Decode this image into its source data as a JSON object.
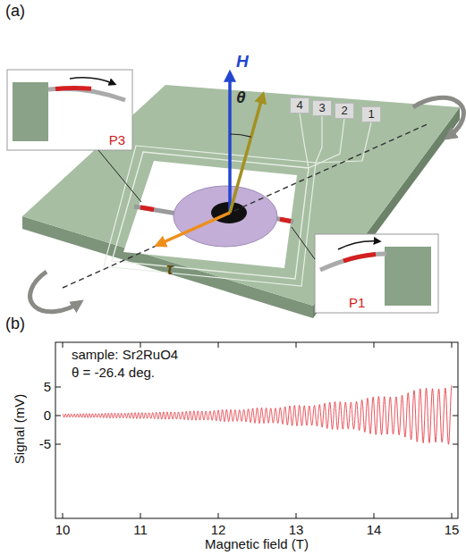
{
  "diagram": {
    "nodes": [
      {
        "text": [
          "P3"
        ]
      },
      {
        "text": [
          "4"
        ]
      },
      {
        "text": [
          "3"
        ]
      },
      {
        "text": [
          "2"
        ]
      },
      {
        "text": [
          "1"
        ]
      },
      {
        "text": [
          "P1"
        ]
      }
    ],
    "labels": [
      "(a)",
      "H",
      "θ",
      "τ",
      "(b)",
      "sample: Sr2RuO4",
      "θ = -26.4 deg.",
      "10",
      "11",
      "12",
      "13",
      "14",
      "15",
      "-5",
      "0",
      "5",
      "Signal (mV)",
      "Magnetic field (T)"
    ]
  }
}
